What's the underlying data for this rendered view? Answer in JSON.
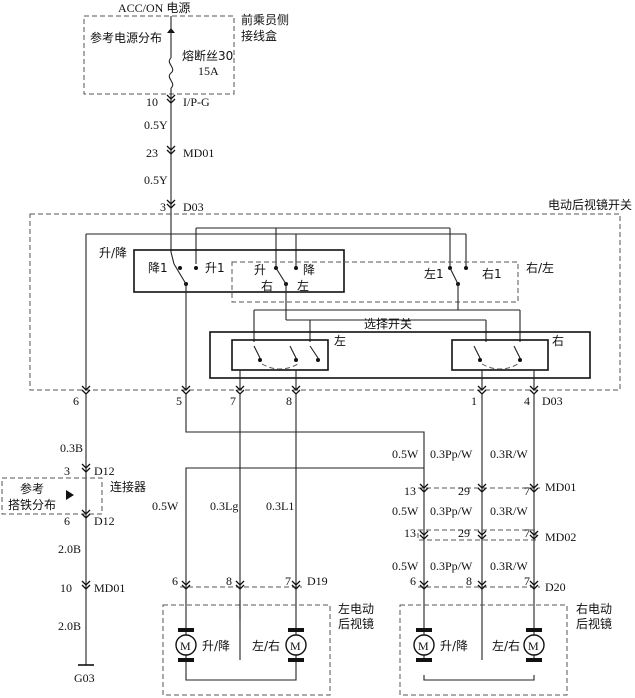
{
  "power": {
    "title": "ACC/ON 电源"
  },
  "fuse_box": {
    "name_line1": "前乘员侧",
    "name_line2": "接线盒",
    "ref": "参考电源分布",
    "fuse_name": "熔断丝30",
    "fuse_rating": "15A"
  },
  "connectors": {
    "ip_g": {
      "pin": "10",
      "name": "I/P-G"
    },
    "md01_top": {
      "pin": "23",
      "name": "MD01"
    },
    "d03_top": {
      "pin": "3",
      "name": "D03"
    },
    "d03_bottom": {
      "pins": [
        "6",
        "5",
        "7",
        "8",
        "1",
        "4"
      ],
      "name": "D03"
    },
    "d12_top": {
      "pin": "3",
      "name": "D12"
    },
    "d12_bottom": {
      "pin": "6",
      "name": "D12"
    },
    "md01_left": {
      "pin": "10",
      "name": "MD01"
    },
    "md01_right": {
      "pins": [
        "13",
        "29",
        "7"
      ],
      "name": "MD01"
    },
    "md02": {
      "pins": [
        "13",
        "29",
        "7"
      ],
      "name": "MD02"
    },
    "d20": {
      "pins": [
        "6",
        "8",
        "7"
      ],
      "name": "D20"
    },
    "d19": {
      "pins": [
        "6",
        "8",
        "7"
      ],
      "name": "D19"
    },
    "ground": {
      "name": "G03"
    }
  },
  "wires": {
    "w_05y_a": "0.5Y",
    "w_05y_b": "0.5Y",
    "w_03b": "0.3B",
    "w_20b_a": "2.0B",
    "w_20b_b": "2.0B",
    "left": {
      "w05w": "0.5W",
      "w03lg": "0.3Lg",
      "w03l1": "0.3L1"
    },
    "right_top": [
      "0.5W",
      "0.3Pp/W",
      "0.3R/W"
    ],
    "right_mid": [
      "0.5W",
      "0.3Pp/W",
      "0.3R/W"
    ],
    "right_bot": [
      "0.5W",
      "0.3Pp/W",
      "0.3R/W"
    ]
  },
  "switch": {
    "title": "电动后视镜开关",
    "updown": {
      "label": "升/降",
      "down1": "降1",
      "up1": "升1"
    },
    "mid": {
      "up": "升",
      "down": "降",
      "right": "右",
      "left": "左"
    },
    "rightleft": {
      "label": "右/左",
      "left1": "左1",
      "right1": "右1"
    },
    "selector": {
      "label": "选择开关",
      "left": "左",
      "right": "右"
    }
  },
  "ground_ref": {
    "line1": "参考",
    "line2": "搭铁分布",
    "connector": "连接器"
  },
  "left_mirror": {
    "name_line1": "左电动",
    "name_line2": "后视镜",
    "motor1": "升/降",
    "motor2": "左/右",
    "motor_symbol": "M"
  },
  "right_mirror": {
    "name_line1": "右电动",
    "name_line2": "后视镜",
    "motor1": "升/降",
    "motor2": "左/右",
    "motor_symbol": "M"
  }
}
